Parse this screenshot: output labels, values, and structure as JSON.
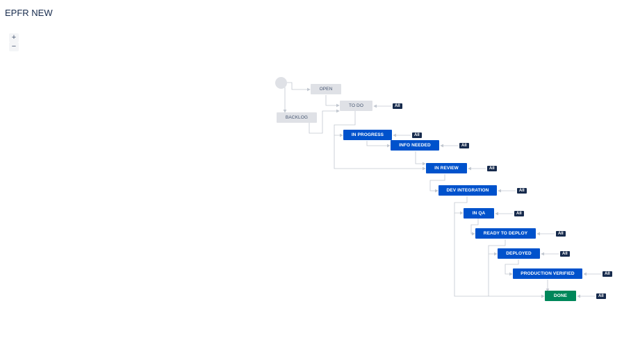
{
  "header": {
    "title": "EPFR NEW"
  },
  "zoom": {
    "in_label": "+",
    "out_label": "−"
  },
  "statuses": {
    "open": "OPEN",
    "todo": "TO DO",
    "backlog": "BACKLOG",
    "in_progress": "IN PROGRESS",
    "info_needed": "INFO NEEDED",
    "in_review": "IN REVIEW",
    "dev_integration": "DEV INTEGRATION",
    "in_qa": "IN QA",
    "ready_to_deploy": "READY TO DEPLOY",
    "deployed": "DEPLOYED",
    "production_verified": "PRODUCTION VERIFIED",
    "done": "DONE"
  },
  "global_transition_label": "All",
  "colors": {
    "todo_category": "#dfe1e6",
    "in_progress_category": "#0052cc",
    "done_category": "#00875a",
    "badge": "#172b4d",
    "edge": "#c1c7d0"
  }
}
